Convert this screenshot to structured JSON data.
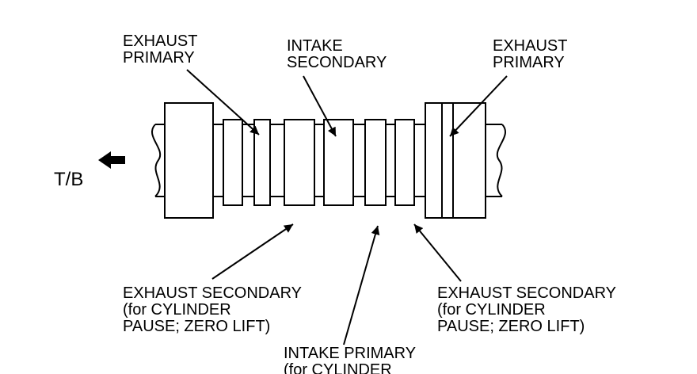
{
  "labels": {
    "exhaust_primary_left": [
      "EXHAUST",
      "PRIMARY"
    ],
    "intake_secondary": [
      "INTAKE",
      "SECONDARY"
    ],
    "exhaust_primary_right": [
      "EXHAUST",
      "PRIMARY"
    ],
    "direction": "T/B",
    "exhaust_secondary_left": [
      "EXHAUST SECONDARY",
      "(for CYLINDER",
      "PAUSE; ZERO LIFT)"
    ],
    "intake_primary": [
      "INTAKE PRIMARY",
      "(for CYLINDER"
    ],
    "exhaust_secondary_right": [
      "EXHAUST SECONDARY",
      "(for CYLINDER",
      "PAUSE; ZERO LIFT)"
    ]
  },
  "colors": {
    "ink": "#000000",
    "paper": "#ffffff"
  }
}
